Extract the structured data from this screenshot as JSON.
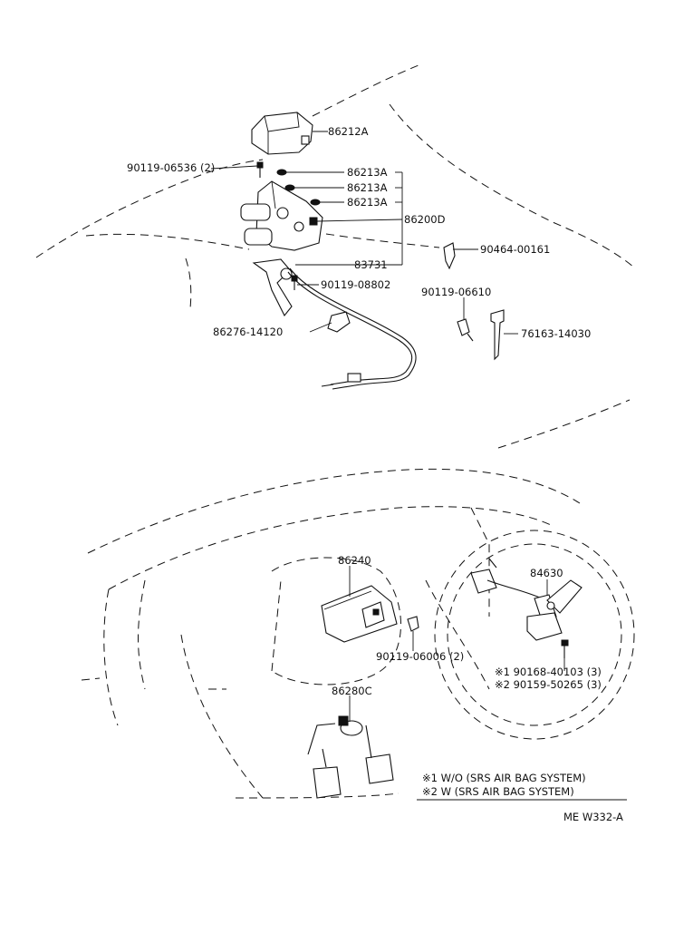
{
  "parts_upper": {
    "p86212A": "86212A",
    "p90119_06536": "90119-06536 (2)",
    "p86213A_1": "86213A",
    "p86213A_2": "86213A",
    "p86213A_3": "86213A",
    "p86200D": "86200D",
    "p90464_00161": "90464-00161",
    "p83731": "83731",
    "p90119_08802": "90119-08802",
    "p90119_06610": "90119-06610",
    "p86276_14120": "86276-14120",
    "p76163_14030": "76163-14030"
  },
  "parts_lower": {
    "p86240": "86240",
    "p84630": "84630",
    "p90119_06006": "90119-06006 (2)",
    "p90168_40103": "※1  90168-40103 (3)",
    "p90159_50265": "※2  90159-50265 (3)"
  },
  "notes": {
    "n1": "※1 W/O (SRS AIR BAG SYSTEM)",
    "n2": "※2 W (SRS AIR BAG SYSTEM)",
    "p86280C": "86280C"
  },
  "code": "ME W332-A"
}
